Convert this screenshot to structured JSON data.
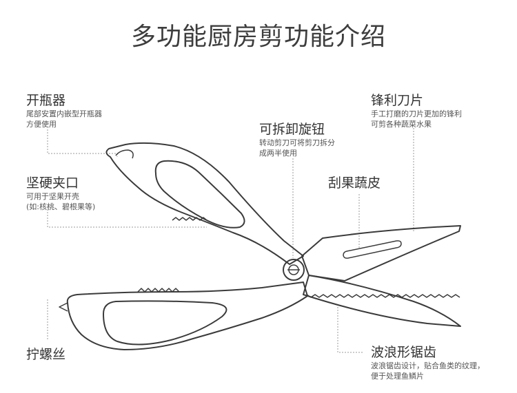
{
  "title": "多功能厨房剪功能介绍",
  "features": {
    "bottle_opener": {
      "name": "开瓶器",
      "desc": [
        "尾部安置内嵌型开瓶器",
        "方便使用"
      ]
    },
    "clamp": {
      "name": "坚硬夹口",
      "desc": [
        "可用于坚果开壳",
        "(如:核桃、碧根果等)"
      ]
    },
    "screw": {
      "name": "拧螺丝",
      "desc": []
    },
    "knob": {
      "name": "可拆卸旋钮",
      "desc": [
        "转动剪刀可将剪刀拆分",
        "成两半使用"
      ]
    },
    "blade": {
      "name": "锋利刀片",
      "desc": [
        "手工打磨的刀片更加的锋利",
        "可剪各种蔬菜水果"
      ]
    },
    "peeler": {
      "name": "刮果蔬皮",
      "desc": []
    },
    "serrated": {
      "name": "波浪形锯齿",
      "desc": [
        "波浪锯齿设计，贴合鱼类的纹理，",
        "便于处理鱼鳞片"
      ]
    }
  }
}
